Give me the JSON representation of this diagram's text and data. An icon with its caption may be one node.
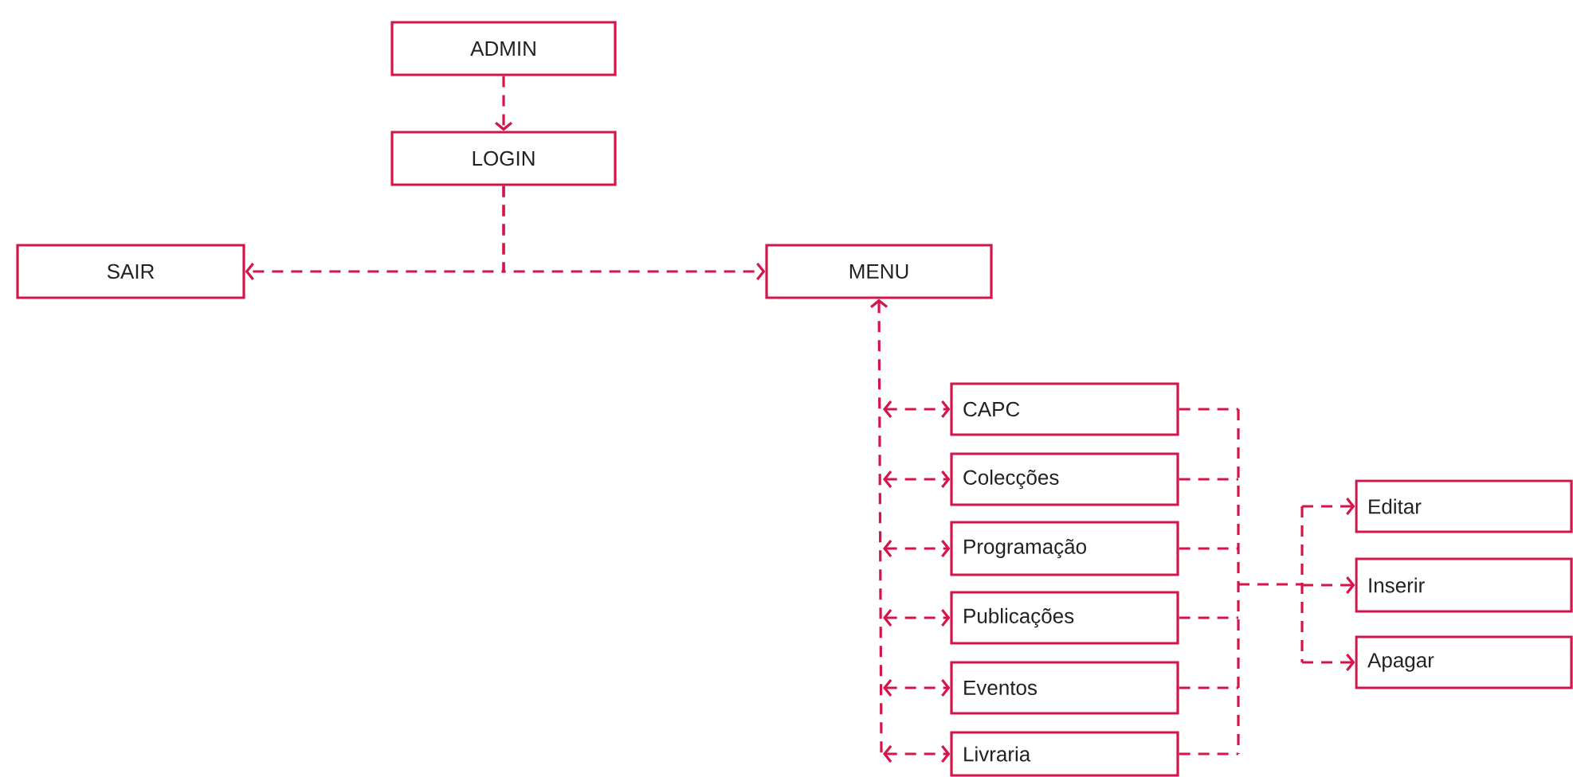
{
  "diagram": {
    "nodes": [
      {
        "text": [
          "ADMIN"
        ]
      },
      {
        "text": [
          "LOGIN"
        ]
      },
      {
        "text": [
          "SAIR"
        ]
      },
      {
        "text": [
          "MENU"
        ]
      },
      {
        "text": [
          "CAPC"
        ]
      },
      {
        "text": [
          "Colecções"
        ]
      },
      {
        "text": [
          "Programação"
        ]
      },
      {
        "text": [
          "Publicações"
        ]
      },
      {
        "text": [
          "Eventos"
        ]
      },
      {
        "text": [
          "Livraria"
        ]
      },
      {
        "text": [
          "Editar"
        ]
      },
      {
        "text": [
          "Inserir"
        ]
      },
      {
        "text": [
          "Apagar"
        ]
      }
    ],
    "edges": [
      {
        "from": 0,
        "to": 1,
        "arrow": "to",
        "style": "dashed"
      },
      {
        "from": 1,
        "to": 2,
        "arrow": "to",
        "style": "dashed"
      },
      {
        "from": 1,
        "to": 3,
        "arrow": "to",
        "style": "dashed"
      },
      {
        "from": 3,
        "to": 4,
        "arrow": "both",
        "style": "dashed"
      },
      {
        "from": 3,
        "to": 5,
        "arrow": "both",
        "style": "dashed"
      },
      {
        "from": 3,
        "to": 6,
        "arrow": "both",
        "style": "dashed"
      },
      {
        "from": 3,
        "to": 7,
        "arrow": "both",
        "style": "dashed"
      },
      {
        "from": 3,
        "to": 8,
        "arrow": "both",
        "style": "dashed"
      },
      {
        "from": 3,
        "to": 9,
        "arrow": "both",
        "style": "dashed"
      },
      {
        "from": 4,
        "to": 10,
        "arrow": "to",
        "style": "dashed"
      },
      {
        "from": 4,
        "to": 11,
        "arrow": "to",
        "style": "dashed"
      },
      {
        "from": 4,
        "to": 12,
        "arrow": "to",
        "style": "dashed"
      },
      {
        "from": 5,
        "to": 10,
        "arrow": "to",
        "style": "dashed"
      },
      {
        "from": 5,
        "to": 11,
        "arrow": "to",
        "style": "dashed"
      },
      {
        "from": 5,
        "to": 12,
        "arrow": "to",
        "style": "dashed"
      },
      {
        "from": 6,
        "to": 10,
        "arrow": "to",
        "style": "dashed"
      },
      {
        "from": 6,
        "to": 11,
        "arrow": "to",
        "style": "dashed"
      },
      {
        "from": 6,
        "to": 12,
        "arrow": "to",
        "style": "dashed"
      },
      {
        "from": 7,
        "to": 10,
        "arrow": "to",
        "style": "dashed"
      },
      {
        "from": 7,
        "to": 11,
        "arrow": "to",
        "style": "dashed"
      },
      {
        "from": 7,
        "to": 12,
        "arrow": "to",
        "style": "dashed"
      },
      {
        "from": 8,
        "to": 10,
        "arrow": "to",
        "style": "dashed"
      },
      {
        "from": 8,
        "to": 11,
        "arrow": "to",
        "style": "dashed"
      },
      {
        "from": 8,
        "to": 12,
        "arrow": "to",
        "style": "dashed"
      },
      {
        "from": 9,
        "to": 10,
        "arrow": "to",
        "style": "dashed"
      },
      {
        "from": 9,
        "to": 11,
        "arrow": "to",
        "style": "dashed"
      },
      {
        "from": 9,
        "to": 12,
        "arrow": "to",
        "style": "dashed"
      }
    ]
  }
}
